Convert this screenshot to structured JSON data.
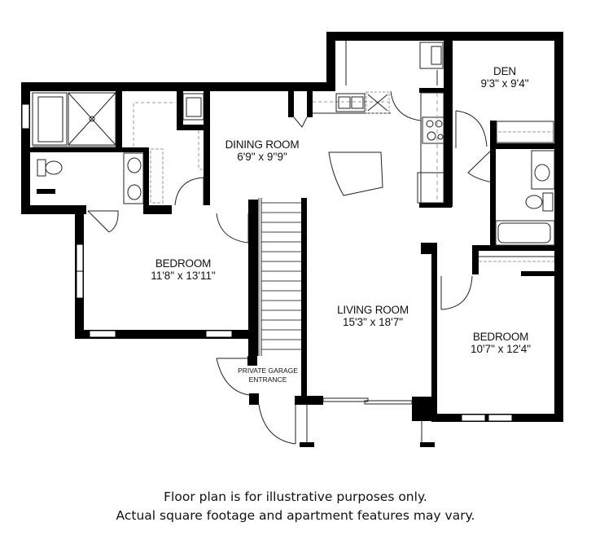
{
  "floor_plan": {
    "rooms": [
      {
        "id": "dining",
        "name": "DINING ROOM",
        "dimensions": "6'9\" x 9''9\""
      },
      {
        "id": "den",
        "name": "DEN",
        "dimensions": "9'3\" x 9'4\""
      },
      {
        "id": "bedroom1",
        "name": "BEDROOM",
        "dimensions": "11'8\" x 13'11\""
      },
      {
        "id": "living",
        "name": "LIVING ROOM",
        "dimensions": "15'3\" x 18'7\""
      },
      {
        "id": "bedroom2",
        "name": "BEDROOM",
        "dimensions": "10'7\" x 12'4\""
      }
    ],
    "garage_entrance": {
      "line1": "PRIVATE GARAGE",
      "line2": "ENTRANCE"
    },
    "colors": {
      "wall": "#000000",
      "fixture": "#222222",
      "background": "#ffffff",
      "dashed": "#9a9a9a"
    }
  },
  "disclaimer": {
    "line1": "Floor plan is for illustrative purposes only.",
    "line2": "Actual square footage and apartment features may vary."
  }
}
